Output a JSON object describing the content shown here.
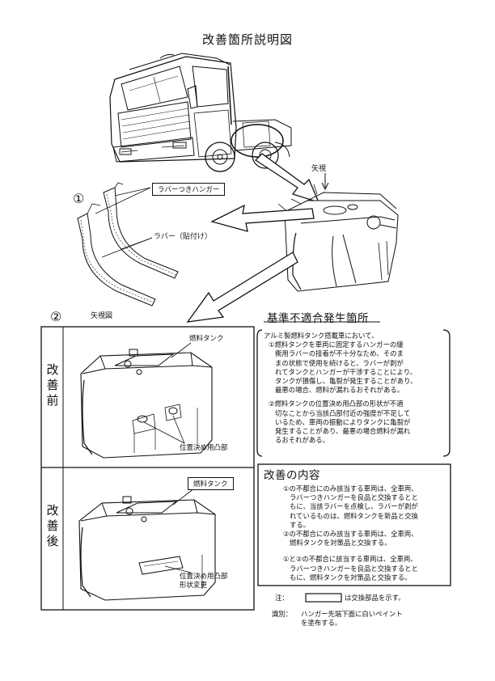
{
  "title": "改善箇所説明図",
  "top": {
    "view_arrow_label": "矢視",
    "step_one": "①",
    "hanger_label": "ラバーつきハンガー",
    "rubber_label": "ラバー（貼付け）"
  },
  "mid": {
    "step_two": "②",
    "view_diagram_label": "矢視図"
  },
  "before": {
    "row_label": [
      "改",
      "善",
      "前"
    ],
    "tank_label": "燃料タンク",
    "boss_label": "位置決め用凸部"
  },
  "after": {
    "row_label": [
      "改",
      "善",
      "後"
    ],
    "tank_label": "燃料タンク",
    "boss_label_lines": [
      "位置決め用凸部",
      "形状変更"
    ]
  },
  "problem": {
    "heading": "基準不適合発生箇所",
    "lines": [
      "アルミ製燃料タンク搭載車において、",
      "①燃料タンクを車両に固定するハンガーの緩",
      "衝用ラバーの接着が不十分なため、そのま",
      "まの状態で使用を続けると、ラバーが剥が",
      "れてタンクとハンガーが干渉することにより、",
      "タンクが損傷し、亀裂が発生することがあり、",
      "最悪の場合、燃料が漏れるおそれがある。",
      "",
      "②燃料タンクの位置決め用凸部の形状が不適",
      "切なことから当該凸部付近の強度が不足して",
      "いるため、車両の振動によりタンクに亀裂が",
      "発生することがあり、最悪の場合燃料が漏れ",
      "るおそれがある。"
    ]
  },
  "improvement": {
    "heading": "改善の内容",
    "lines": [
      "①の不都合にのみ該当する車両は、全車両、",
      "ラバーつきハンガーを良品と交換するとと",
      "もに、当該ラバーを点検し、ラバーが剥が",
      "れているものは、燃料タンクを新品と交換",
      "する。",
      "②の不都合にのみ該当する車両は、全車両、",
      "燃料タンクを対策品と交換する。",
      "",
      "①と②の不都合に該当する車両は、全車両、",
      "ラバーつきハンガーを良品と交換するとと",
      "もに、燃料タンクを対策品と交換する。"
    ]
  },
  "notes": {
    "note_prefix": "注：",
    "note_text": "は交換部品を示す。",
    "ident_prefix": "識別：",
    "ident_lines": [
      "ハンガー先端下面に白いペイント",
      "を塗布する。"
    ]
  }
}
